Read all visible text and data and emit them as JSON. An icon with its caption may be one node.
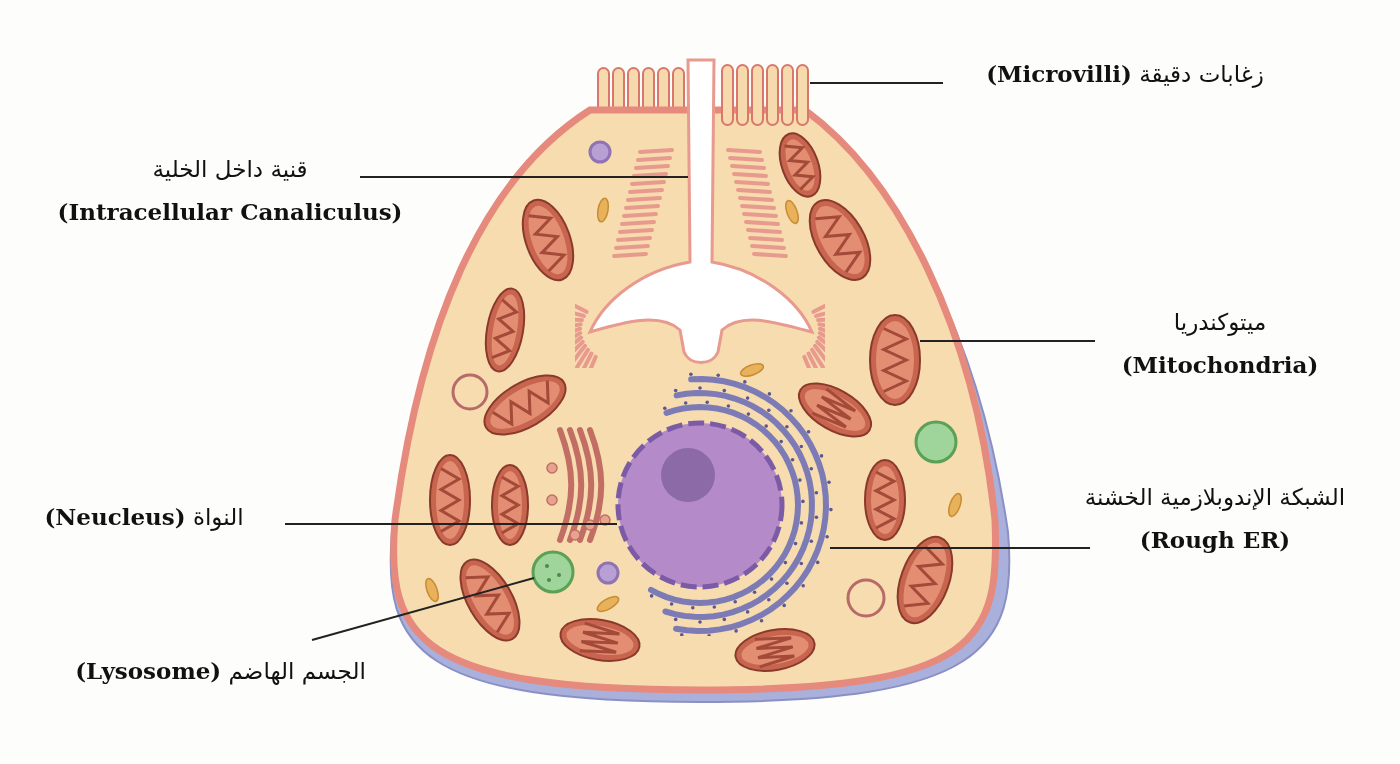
{
  "diagram": {
    "nodes": [
      {
        "text": [
          "زغابات دقيقة **(Microvilli)**"
        ]
      },
      {
        "text": [
          "قنية داخل الخلية",
          "(Intracellular Canaliculus)"
        ]
      },
      {
        "text": [
          "ميتوكندريا",
          "(Mitochondria)"
        ]
      },
      {
        "text": [
          "النواة **(Neucleus)**"
        ]
      },
      {
        "text": [
          "الشبكة الإندوبلازمية الخشنة",
          "(Rough ER)"
        ]
      },
      {
        "text": [
          "الجسم الهاضم **(Lysosome)**"
        ]
      },
      {
        "text": [],
        "shape": "picture"
      },
      {
        "text": [],
        "shape": "picture"
      },
      {
        "text": [],
        "shape": "picture"
      },
      {
        "text": [],
        "shape": "circle"
      },
      {
        "text": [],
        "shape": "picture"
      },
      {
        "text": [],
        "shape": "circle"
      }
    ],
    "edges": [
      {
        "from": 0,
        "to": 6,
        "arrow": "none"
      },
      {
        "from": 1,
        "to": 7,
        "arrow": "none"
      },
      {
        "from": 2,
        "to": 8,
        "arrow": "none"
      },
      {
        "from": 3,
        "to": 9,
        "arrow": "none"
      },
      {
        "from": 4,
        "to": 10,
        "arrow": "none"
      },
      {
        "from": 5,
        "to": 11,
        "arrow": "none"
      }
    ]
  }
}
